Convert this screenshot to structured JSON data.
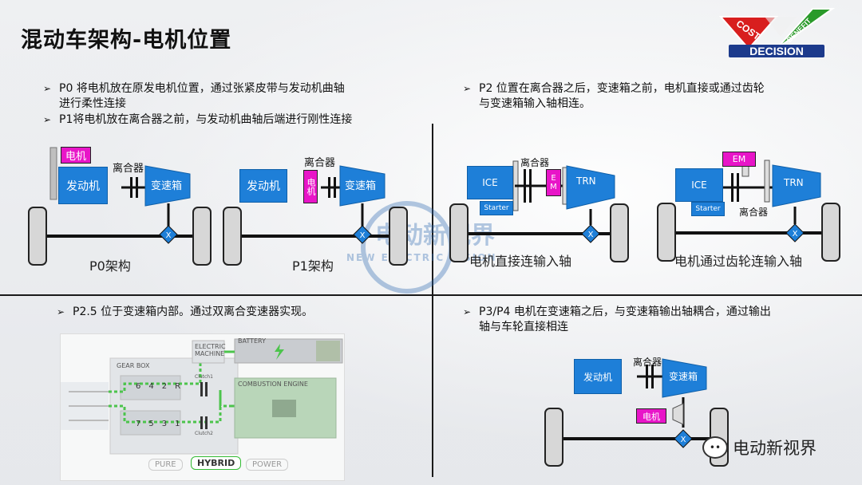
{
  "title": "混动车架构-电机位置",
  "logo": {
    "top_text": "COST",
    "right_text": "BENEFIT",
    "bottom_text": "DECISION"
  },
  "bullets": {
    "p0": "P0 将电机放在原发电机位置，通过张紧皮带与发动机曲轴进行柔性连接",
    "p0_line1": "P0 将电机放在原发电机位置，通过张紧皮带与发动机曲轴",
    "p0_line2": "进行柔性连接",
    "p1": "P1将电机放在离合器之前，与发动机曲轴后端进行刚性连接",
    "p2_line1": "P2 位置在离合器之后，变速箱之前，电机直接或通过齿轮",
    "p2_line2": "与变速箱输入轴相连。",
    "p25": "P2.5 位于变速箱内部。通过双离合变速器实现。",
    "p34_line1": "P3/P4 电机在变速箱之后，与变速箱输出轴耦合，通过输出",
    "p34_line2": "轴与车轮直接相连"
  },
  "p0": {
    "motor": "电机",
    "engine": "发动机",
    "clutch": "离合器",
    "gearbox": "变速箱",
    "caption": "P0架构"
  },
  "p1": {
    "motor": "电机",
    "engine": "发动机",
    "clutch": "离合器",
    "gearbox": "变速箱",
    "caption": "P1架构"
  },
  "p2a": {
    "ice": "ICE",
    "em": "E M",
    "trn": "TRN",
    "clutch": "离合器",
    "starter": "Starter",
    "caption": "电机直接连输入轴"
  },
  "p2b": {
    "ice": "ICE",
    "em": "EM",
    "trn": "TRN",
    "clutch": "离合器",
    "starter": "Starter",
    "caption": "电机通过齿轮连输入轴"
  },
  "p25_panel": {
    "gear_box": "GEAR BOX",
    "electric_machine_1": "ELECTRIC",
    "electric_machine_2": "MACHINE",
    "battery": "BATTERY",
    "combustion_engine": "COMBUSTION ENGINE",
    "clutch_1": "Clutch1",
    "clutch_2": "Clutch2",
    "row1": [
      "6",
      "4",
      "2",
      "R"
    ],
    "row2": [
      "7",
      "5",
      "3",
      "1"
    ],
    "modes": [
      "PURE",
      "HYBRID",
      "POWER"
    ]
  },
  "p34": {
    "engine": "发动机",
    "clutch": "离合器",
    "gearbox": "变速箱",
    "motor": "电机"
  },
  "watermark": {
    "center_cn": "电动新视界",
    "center_en": "NEW ELECTRIC VISION",
    "corner": "电动新视界"
  },
  "colors": {
    "blue": "#1e7fd8",
    "magenta": "#e815c8",
    "green": "#4cc44c"
  }
}
